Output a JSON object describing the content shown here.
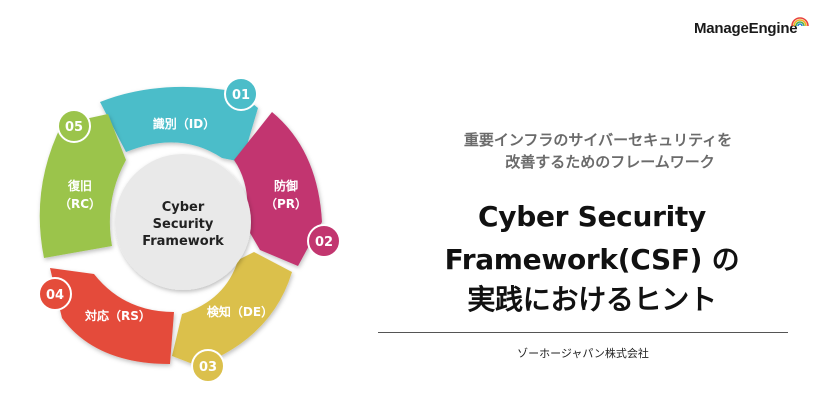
{
  "logo": {
    "text": "ManageEngine"
  },
  "cycle": {
    "center": {
      "line1": "Cyber",
      "line2": "Security",
      "line3": "Framework"
    },
    "segments": [
      {
        "number": "01",
        "label": "識別（ID）",
        "color": "#4bbdc9"
      },
      {
        "number": "02",
        "label_line1": "防御",
        "label_line2": "（PR）",
        "color": "#c2366f"
      },
      {
        "number": "03",
        "label": "検知（DE）",
        "color": "#dbc04c"
      },
      {
        "number": "04",
        "label": "対応（RS）",
        "color": "#e44c3a"
      },
      {
        "number": "05",
        "label_line1": "復旧",
        "label_line2": "（RC）",
        "color": "#9bc44b"
      }
    ]
  },
  "subtitle": {
    "line1": "重要インフラのサイバーセキュリティを",
    "line2": "改善するためのフレームワーク"
  },
  "title": {
    "line1": "Cyber Security",
    "line2": "Framework(CSF) の",
    "line3": "実践におけるヒント"
  },
  "company": "ゾーホージャパン株式会社"
}
